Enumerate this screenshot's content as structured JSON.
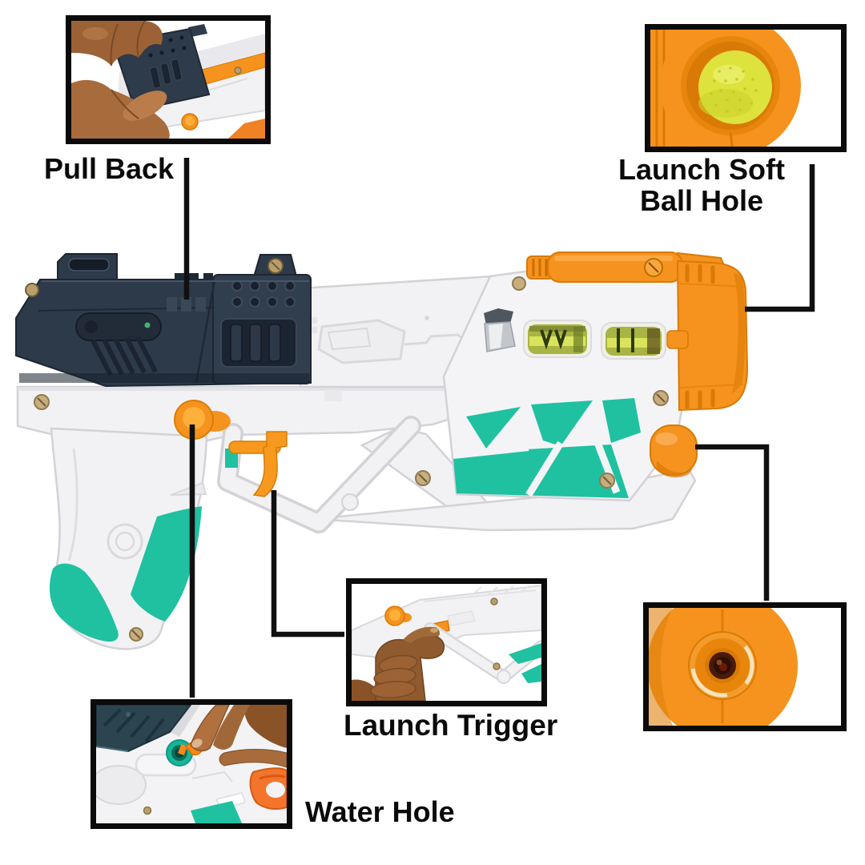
{
  "callouts": {
    "pull_back": {
      "label": "Pull Back"
    },
    "launch_soft_ball_hole": {
      "line1": "Launch Soft",
      "line2": "Ball Hole"
    },
    "launch_trigger": {
      "label": "Launch Trigger"
    },
    "water_hole": {
      "label": "Water Hole"
    }
  },
  "colors": {
    "background": "#ffffff",
    "label_text": "#0a0a0a",
    "connector_line": "#101010",
    "inset_border": "#0b0b0b",
    "body_white": "#f2f2f4",
    "accent_orange": "#f6921e",
    "accent_orange_dark": "#d87b04",
    "accent_teal": "#1fc1a1",
    "slide_navy": "#2d3a49",
    "level_green": "#c2d14f",
    "ball_yellow": "#dde23c",
    "skin_mid": "#9c6236",
    "brass_screw": "#c9ae7d"
  }
}
